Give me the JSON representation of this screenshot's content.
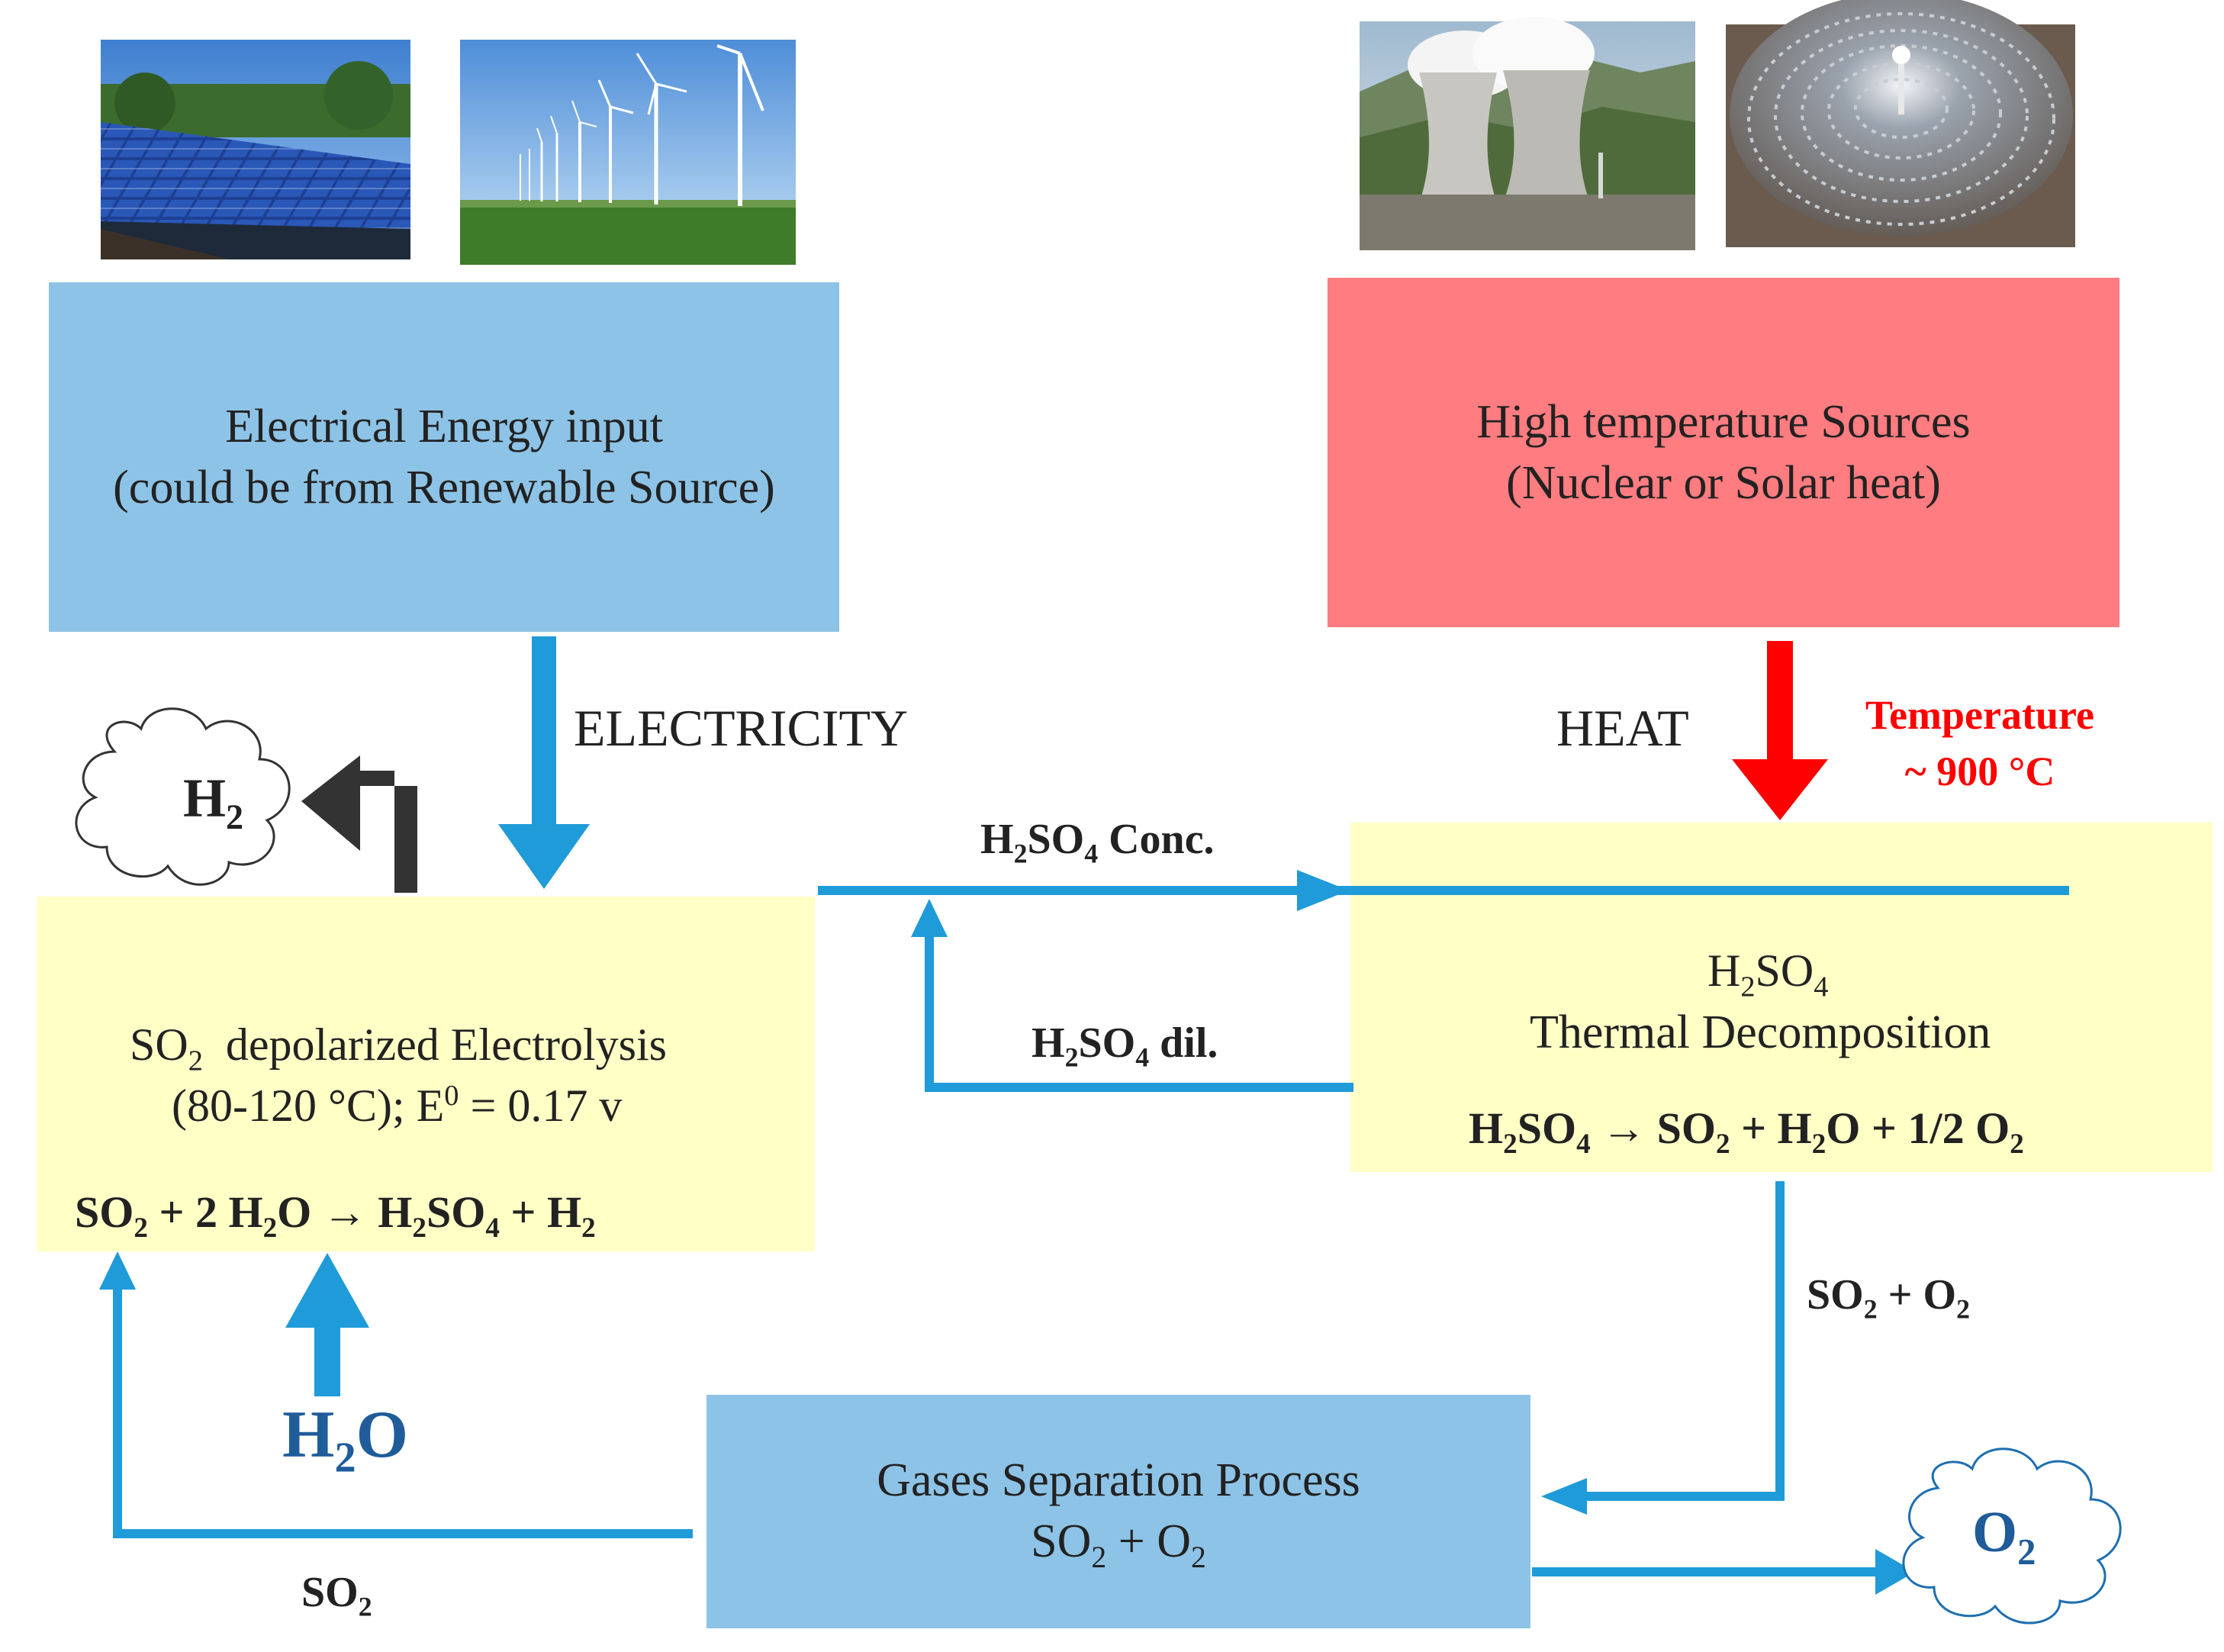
{
  "colors": {
    "blue_box": "#8DC3E6",
    "red_box": "#FF7C80",
    "yellow_box": "#FFFFC6",
    "arrow_blue": "#1E9BD8",
    "arrow_red": "#FF0000",
    "arrow_gray": "#333333",
    "h2o_label": "#1F5C99"
  },
  "photos": [
    "solar-panel-photo",
    "wind-turbine-photo",
    "cooling-tower-photo",
    "solar-heliostat-photo"
  ],
  "electrical": {
    "line1": "Electrical Energy input",
    "line2": "(could be from Renewable Source)"
  },
  "high_temp": {
    "line1": "High temperature Sources",
    "line2": "(Nuclear or Solar heat)"
  },
  "labels": {
    "electricity": "ELECTRICITY",
    "heat": "HEAT",
    "temperature_line1": "Temperature",
    "temperature_line2": "~ 900 °C",
    "h2so4_conc": {
      "formula": "H2SO4",
      "suffix": " Conc."
    },
    "h2so4_dil": {
      "formula": "H2SO4",
      "suffix": " dil."
    },
    "so2_o2_flow": "SO2 + O2",
    "so2_return": "SO2",
    "h2o_feed": "H2O",
    "h2_product": "H2",
    "o2_product": "O2"
  },
  "electrolysis": {
    "title_prefix": "SO",
    "title_sub": "2",
    "title_rest": "  depolarized Electrolysis",
    "conditions": "(80-120 °C); E0 = 0.17 v",
    "reaction": "SO2 + 2 H2O → H2SO4 + H2"
  },
  "decomposition": {
    "formula": "H2SO4",
    "title": "Thermal Decomposition",
    "reaction": "H2SO4 → SO2 + H2O + 1/2 O2"
  },
  "separation": {
    "title": "Gases Separation Process",
    "formula": "SO2 + O2"
  }
}
